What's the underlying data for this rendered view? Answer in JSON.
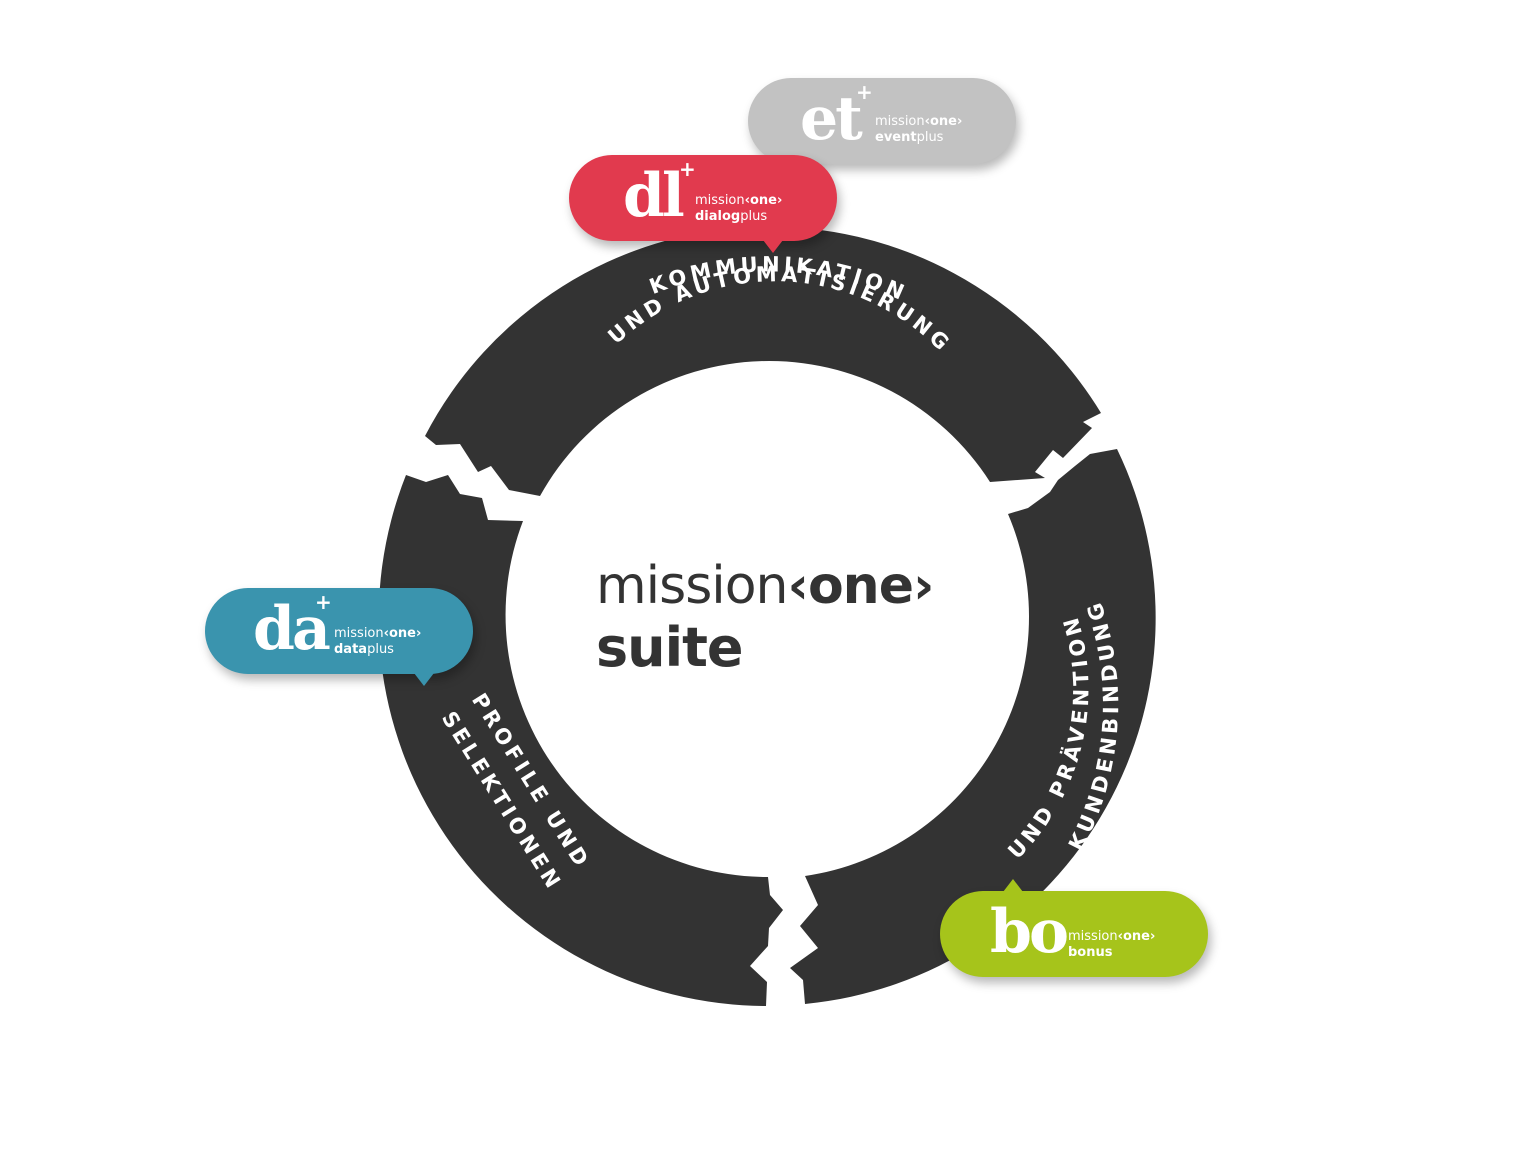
{
  "center": {
    "line1_prefix": "mission",
    "line1_bold": "‹one›",
    "line2": "suite"
  },
  "ring": {
    "color": "#333333",
    "segments": [
      {
        "line1": "KOMMUNIKATION",
        "line2": "UND AUTOMATISIERUNG"
      },
      {
        "line1": "KUNDENBINDUNG",
        "line2": "UND PRÄVENTION"
      },
      {
        "line1": "PROFILE UND",
        "line2": "SELEKTIONEN"
      }
    ]
  },
  "badges": {
    "eventplus": {
      "abbr": "et",
      "plus": "+",
      "brand_prefix": "mission",
      "brand_bold": "‹one›",
      "product_bold": "event",
      "product_rest": "plus",
      "color": "#c2c2c2"
    },
    "dialogplus": {
      "abbr": "dl",
      "plus": "+",
      "brand_prefix": "mission",
      "brand_bold": "‹one›",
      "product_bold": "dialog",
      "product_rest": "plus",
      "color": "#e13a4e"
    },
    "dataplus": {
      "abbr": "da",
      "plus": "+",
      "brand_prefix": "mission",
      "brand_bold": "‹one›",
      "product_bold": "data",
      "product_rest": "plus",
      "color": "#3a94ae"
    },
    "bonus": {
      "abbr": "bo",
      "brand_prefix": "mission",
      "brand_bold": "‹one›",
      "product_bold": "bonus",
      "product_rest": "",
      "color": "#a6c41b"
    }
  }
}
